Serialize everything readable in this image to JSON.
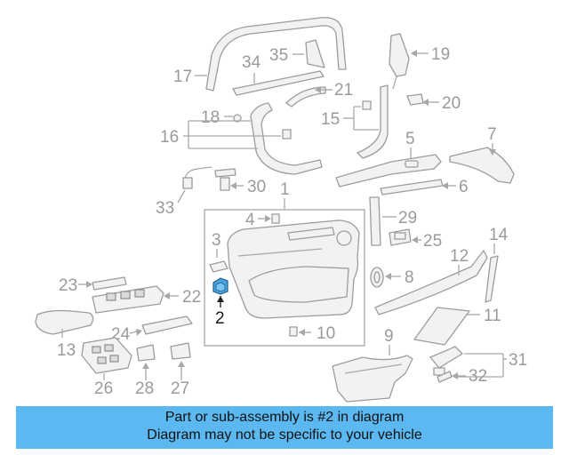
{
  "labels": {
    "l1": "1",
    "l2": "2",
    "l3": "3",
    "l4": "4",
    "l5": "5",
    "l6": "6",
    "l7": "7",
    "l8": "8",
    "l9": "9",
    "l10": "10",
    "l11": "11",
    "l12": "12",
    "l13": "13",
    "l14": "14",
    "l15": "15",
    "l16": "16",
    "l17": "17",
    "l18": "18",
    "l19": "19",
    "l20": "20",
    "l21": "21",
    "l22": "22",
    "l23": "23",
    "l24": "24",
    "l25": "25",
    "l26": "26",
    "l27": "27",
    "l28": "28",
    "l29": "29",
    "l30": "30",
    "l31": "31",
    "l32": "32",
    "l33": "33",
    "l34": "34",
    "l35": "35"
  },
  "highlight": {
    "part_number": "2",
    "color": "#4aa3e0"
  },
  "banner": {
    "line1": "Part or sub-assembly is #2 in diagram",
    "line2": "Diagram may not be specific to your vehicle",
    "color": "#5bb8f0"
  }
}
